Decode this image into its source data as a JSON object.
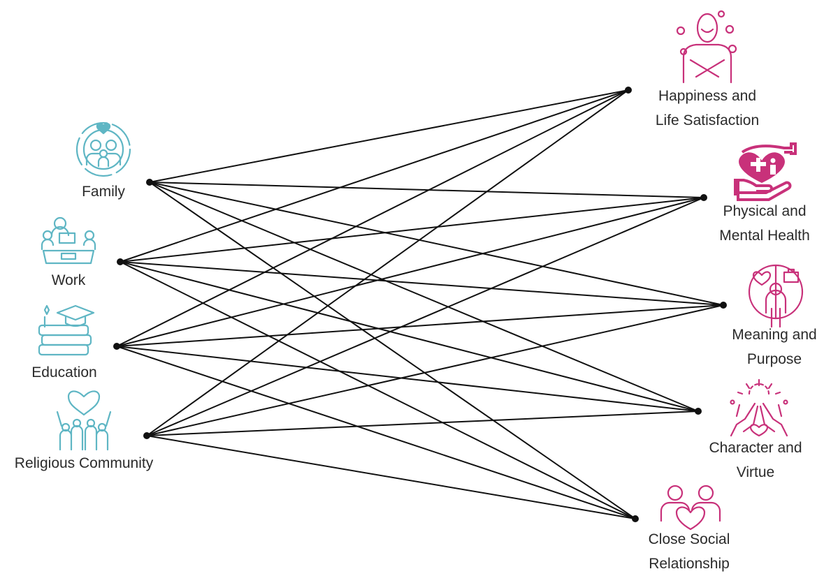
{
  "sources": [
    {
      "id": "family",
      "label": "Family",
      "icon": "family-icon"
    },
    {
      "id": "work",
      "label": "Work",
      "icon": "work-meeting-icon"
    },
    {
      "id": "education",
      "label": "Education",
      "icon": "books-graduation-cap-icon"
    },
    {
      "id": "religious",
      "label": "Religious Community",
      "icon": "community-heart-icon"
    }
  ],
  "outcomes": [
    {
      "id": "happiness",
      "line1": "Happiness and",
      "line2": "Life Satisfaction",
      "icon": "person-hugging-self-icon"
    },
    {
      "id": "health",
      "line1": "Physical and",
      "line2": "Mental Health",
      "icon": "hand-heart-health-icon"
    },
    {
      "id": "meaning",
      "line1": "Meaning and",
      "line2": "Purpose",
      "icon": "person-purpose-icon"
    },
    {
      "id": "character",
      "line1": "Character and",
      "line2": "Virtue",
      "icon": "hands-heart-icon"
    },
    {
      "id": "social",
      "line1": "Close Social",
      "line2": "Relationship",
      "icon": "two-people-heart-icon"
    }
  ],
  "connections": "every source connects to every outcome",
  "colors": {
    "source_icon": "#5fb6c4",
    "outcome_icon": "#c8317a",
    "line": "#111111",
    "text": "#2b2b2b"
  }
}
